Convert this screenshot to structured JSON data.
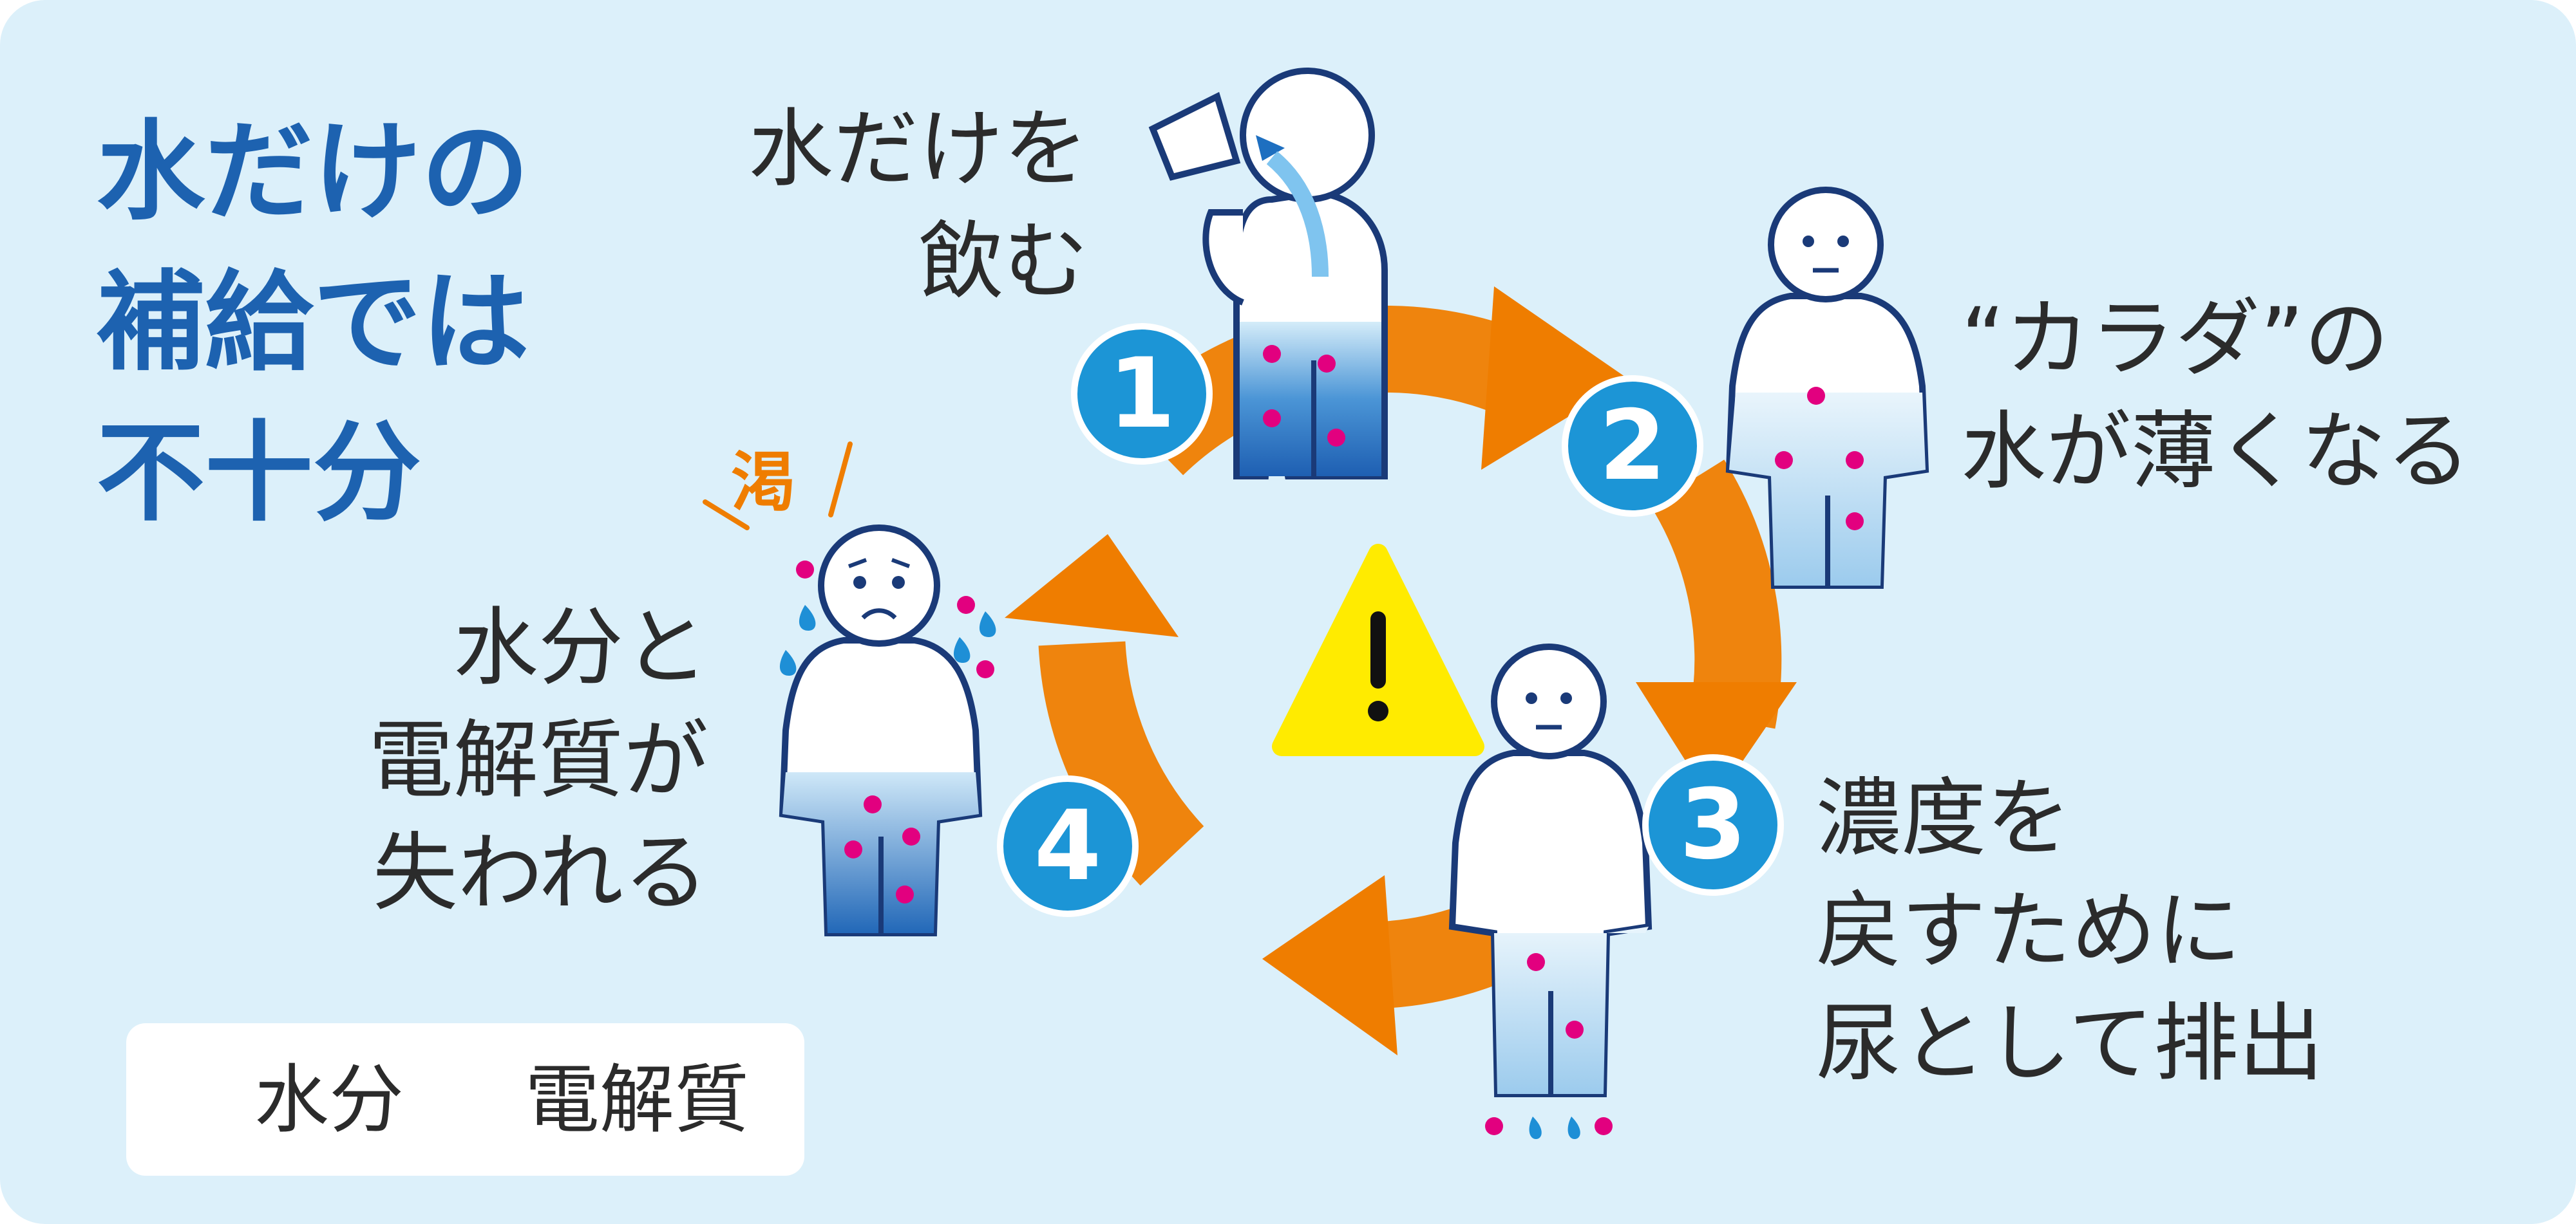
{
  "headline": [
    "水だけの",
    "補給では",
    "不十分"
  ],
  "steps": [
    {
      "number": "1",
      "label_lines": [
        "水だけを",
        "飲む"
      ]
    },
    {
      "number": "2",
      "label_lines": [
        "“カラダ”の",
        "水が薄くなる"
      ]
    },
    {
      "number": "3",
      "label_lines": [
        "濃度を",
        "戻すために",
        "尿として排出"
      ]
    },
    {
      "number": "4",
      "label_lines": [
        "水分と",
        "電解質が",
        "失われる"
      ]
    }
  ],
  "thirst_kanji": "渇",
  "warning_icon": "exclamation-warning-icon",
  "legend": {
    "water": "水分",
    "electrolyte": "電解質"
  },
  "colors": {
    "background": "#dcf0fa",
    "headline": "#1d62b0",
    "arrow": "#ef7d00",
    "step_circle": "#1c95d6",
    "water_fill": "#1e6fc0",
    "electrolyte": "#e2007f",
    "warning": "#ffeb00"
  }
}
